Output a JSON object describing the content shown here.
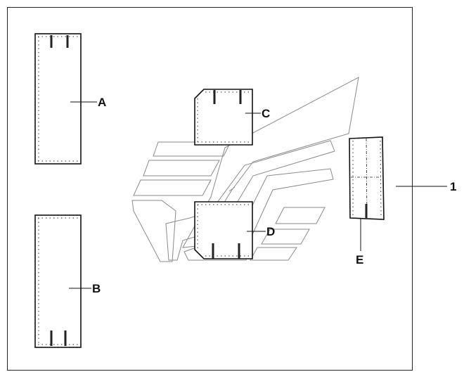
{
  "callouts": {
    "a": "A",
    "b": "B",
    "c": "C",
    "d": "D",
    "e": "E",
    "one": "1"
  }
}
